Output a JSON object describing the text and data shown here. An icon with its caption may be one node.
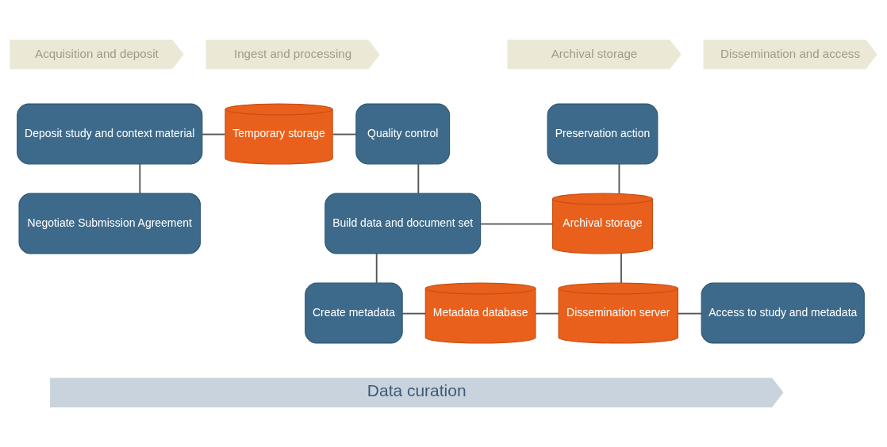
{
  "diagram": {
    "nodes": [
      {
        "text": [
          "Acquisition and deposit"
        ]
      },
      {
        "text": [
          "Ingest and processing"
        ]
      },
      {
        "text": [
          "Archival storage"
        ]
      },
      {
        "text": [
          "Dissemination and access"
        ]
      },
      {
        "text": [
          "Deposit study and context material"
        ]
      },
      {
        "text": [
          "Negotiate Submission Agreement"
        ]
      },
      {
        "text": [
          "Temporary storage"
        ]
      },
      {
        "text": [
          "Quality control"
        ]
      },
      {
        "text": [
          "Build data and document set"
        ]
      },
      {
        "text": [
          "Create metadata"
        ]
      },
      {
        "text": [
          "Preservation action"
        ]
      },
      {
        "text": [
          "Archival storage"
        ]
      },
      {
        "text": [
          "Metadata database"
        ]
      },
      {
        "text": [
          "Dissemination server"
        ]
      },
      {
        "text": [
          "Access to study and metadata"
        ]
      },
      {
        "text": [
          "Data curation"
        ]
      }
    ],
    "edges": [
      {
        "from": 4,
        "to": 5,
        "arrow": "none"
      },
      {
        "from": 4,
        "to": 6,
        "arrow": "none"
      },
      {
        "from": 6,
        "to": 7,
        "arrow": "none"
      },
      {
        "from": 7,
        "to": 8,
        "arrow": "none"
      },
      {
        "from": 8,
        "to": 9,
        "arrow": "none"
      },
      {
        "from": 8,
        "to": 11,
        "arrow": "none"
      },
      {
        "from": 10,
        "to": 11,
        "arrow": "none"
      },
      {
        "from": 9,
        "to": 12,
        "arrow": "none"
      },
      {
        "from": 11,
        "to": 13,
        "arrow": "none"
      },
      {
        "from": 12,
        "to": 13,
        "arrow": "none"
      },
      {
        "from": 13,
        "to": 14,
        "arrow": "none"
      }
    ]
  }
}
